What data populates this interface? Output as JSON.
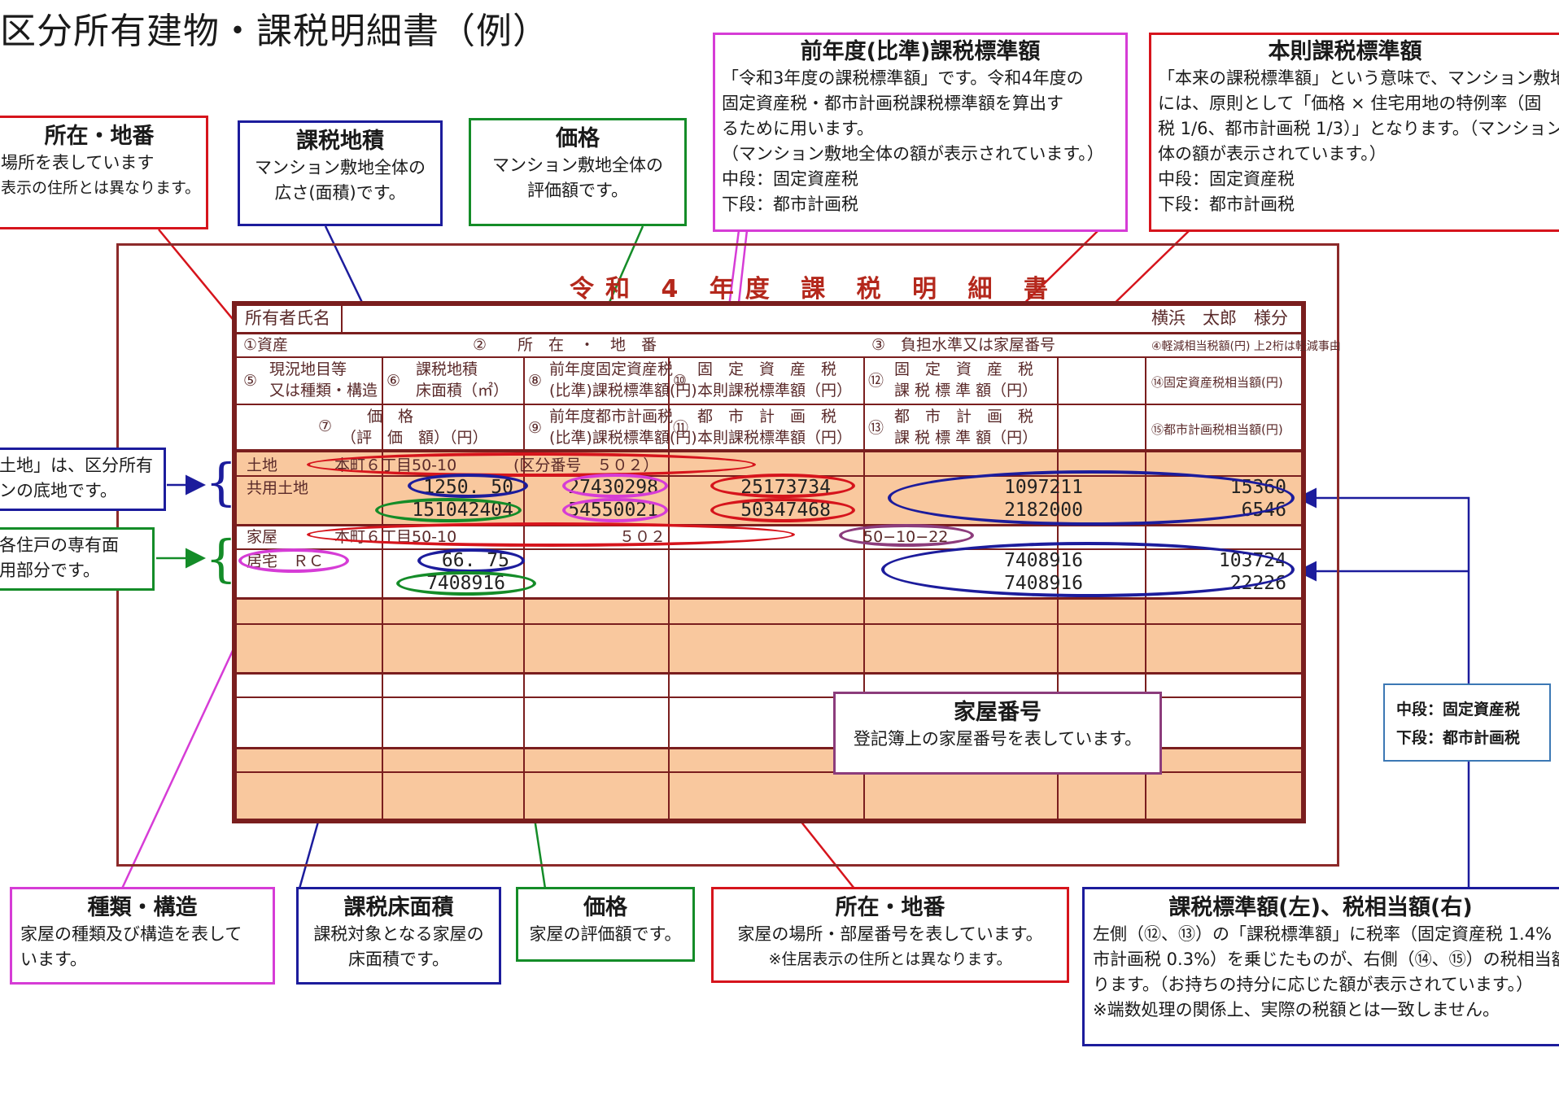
{
  "page_title": "区分所有建物・課税明細書（例）",
  "callouts": {
    "location_land": {
      "title": "所在・地番",
      "body": [
        "場所を表しています",
        "表示の住所とは異なります。"
      ]
    },
    "land_area": {
      "title": "課税地積",
      "body": [
        "マンション敷地全体の",
        "広さ(面積)です。"
      ]
    },
    "land_price": {
      "title": "価格",
      "body": [
        "マンション敷地全体の",
        "評価額です。"
      ]
    },
    "prev_standard": {
      "title": "前年度(比準)課税標準額",
      "body": [
        "「令和3年度の課税標準額」です。令和4年度の",
        "固定資産税・都市計画税課税標準額を算出す",
        "るために用います。",
        "（マンション敷地全体の額が表示されています。）",
        "中段：固定資産税",
        "下段：都市計画税"
      ]
    },
    "base_standard": {
      "title": "本則課税標準額",
      "body": [
        "「本来の課税標準額」という意味で、マンション敷地",
        "には、原則として「価格 × 住宅用地の特例率（固",
        "税  1/6、都市計画税  1/3）」となります。（マンション",
        "体の額が表示されています。）",
        "中段：固定資産税",
        "下段：都市計画税"
      ]
    },
    "land_note": {
      "body": [
        "土地」は、区分所有",
        "ンの底地です。"
      ]
    },
    "house_note": {
      "body": [
        "各住戸の専有面",
        "用部分です。"
      ]
    },
    "mid_lower": {
      "line1": "中段：固定資産税",
      "line2": "下段：都市計画税"
    },
    "house_number": {
      "title": "家屋番号",
      "body": [
        "登記簿上の家屋番号を表しています。"
      ]
    },
    "type_structure": {
      "title": "種類・構造",
      "body": [
        "家屋の種類及び構造を表して",
        "います。"
      ]
    },
    "floor_area": {
      "title": "課税床面積",
      "body": [
        "課税対象となる家屋の",
        "床面積です。"
      ]
    },
    "house_price": {
      "title": "価格",
      "body": [
        "家屋の評価額です。"
      ]
    },
    "location_house": {
      "title": "所在・地番",
      "body": [
        "家屋の場所・部屋番号を表しています。",
        "※住居表示の住所とは異なります。"
      ]
    },
    "standard_tax": {
      "title": "課税標準額(左)、税相当額(右)",
      "body": [
        "左側（⑫、⑬）の「課税標準額」に税率（固定資産税  1.4%",
        "市計画税 0.3%）を乗じたものが、右側（⑭、⑮）の税相当額",
        "ります。（お持ちの持分に応じた額が表示されています。）",
        "※端数処理の関係上、実際の税額とは一致しません。"
      ]
    }
  },
  "statement": {
    "title": "令和 4 年度  課 税 明 細 書",
    "owner_label": "所有者氏名",
    "owner_value": "横浜　太郎　様分",
    "headers": {
      "h1": "①資産",
      "h2": "②　　所　在　・　地　番",
      "h3": "③　負担水準又は家屋番号",
      "h4": "④軽減相当税額(円) 上2桁は軽減事由",
      "h5a": "現況地目等",
      "h5b": "又は種類・構造",
      "h5n": "⑤",
      "h6a": "課税地積",
      "h6b": "床面積（㎡）",
      "h6n": "⑥",
      "h7a": "価　格",
      "h7b": "（評　価　額）（円）",
      "h7n": "⑦",
      "h8a": "前年度固定資産税",
      "h8b": "(比準)課税標準額(円)",
      "h8n": "⑧",
      "h9a": "前年度都市計画税",
      "h9b": "(比準)課税標準額(円)",
      "h9n": "⑨",
      "h10a": "固　定　資　産　税",
      "h10b": "本則課税標準額（円）",
      "h10n": "⑩",
      "h11a": "都　市　計　画　税",
      "h11b": "本則課税標準額（円）",
      "h11n": "⑪",
      "h12a": "固　定　資　産　税",
      "h12b": "課 税 標 準 額（円）",
      "h12n": "⑫",
      "h13a": "都　市　計　画　税",
      "h13b": "課 税 標 準 額（円）",
      "h13n": "⑬",
      "h14": "⑭固定資産税相当額(円)",
      "h15": "⑮都市計画税相当額(円)"
    },
    "land": {
      "asset": "土地",
      "location": "本町６丁目50-10",
      "section_number": "(区分番号　５０２）",
      "category": "共用土地",
      "area": "1250. 50",
      "price": "151042404",
      "prev_fixed": "27430298",
      "prev_city": "54550021",
      "base_fixed": "25173734",
      "base_city": "50347468",
      "std_fixed": "1097211",
      "std_city": "2182000",
      "tax_fixed": "15360",
      "tax_city": "6546"
    },
    "house": {
      "asset": "家屋",
      "location": "本町６丁目50-10",
      "room": "５０２",
      "house_no": "50−10−22",
      "type": "居宅　ＲＣ",
      "area": "66. 75",
      "price": "7408916",
      "std_fixed": "7408916",
      "std_city": "7408916",
      "tax_fixed": "103724",
      "tax_city": "22226"
    }
  }
}
